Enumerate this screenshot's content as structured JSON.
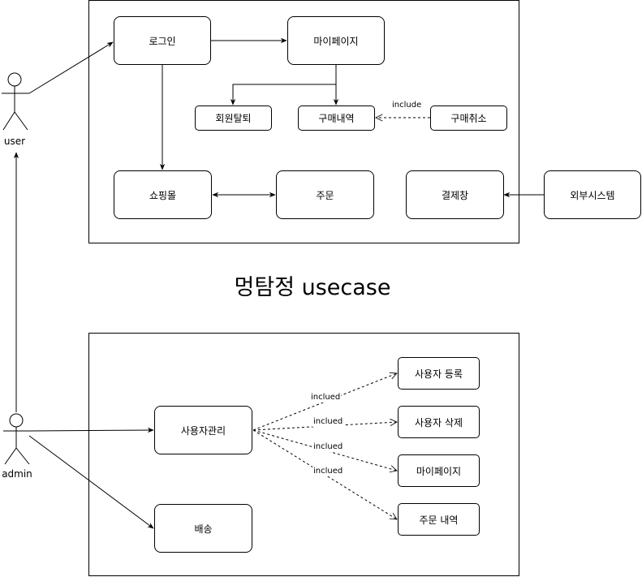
{
  "title": "멍탐정 usecase",
  "actors": {
    "user": "user",
    "admin": "admin"
  },
  "top": {
    "login": "로그인",
    "mypage": "마이페이지",
    "withdraw": "회원탈퇴",
    "purchase_history": "구매내역",
    "cancel_purchase": "구매취소",
    "shopping_mall": "쇼핑몰",
    "order": "주문",
    "payment": "결제창",
    "external_system": "외부시스템",
    "include_label": "include"
  },
  "bottom": {
    "user_management": "사용자관리",
    "delivery": "배송",
    "register_user": "사용자 등록",
    "delete_user": "사용자 삭제",
    "mypage": "마이페이지",
    "order_history": "주문 내역",
    "included_labels": [
      "inclued",
      "inclued",
      "inclued",
      "inclued"
    ]
  }
}
